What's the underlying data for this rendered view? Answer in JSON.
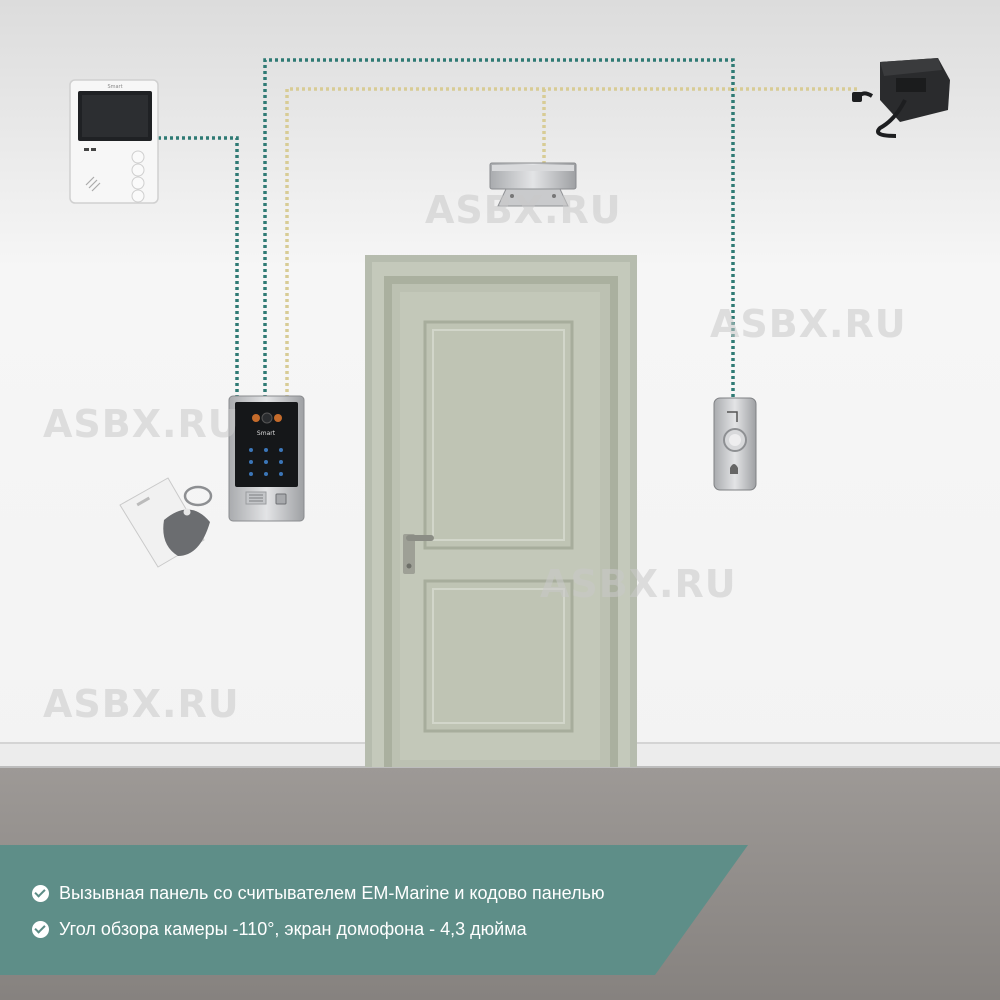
{
  "watermarks": [
    {
      "text": "ASBX.RU"
    },
    {
      "text": "ASBX.RU"
    },
    {
      "text": "ASBX.RU"
    },
    {
      "text": "ASBX.RU"
    },
    {
      "text": "ASBX.RU"
    }
  ],
  "devices": {
    "monitor": {
      "icon": "video-intercom-monitor-icon",
      "brand_logo": "Smart"
    },
    "call_panel": {
      "icon": "call-panel-icon",
      "brand_logo": "Smart"
    },
    "rfid_tags": {
      "icon": "rfid-card-and-keyfob-icon"
    },
    "magnetic_lock": {
      "icon": "electromagnetic-lock-icon"
    },
    "power_supply": {
      "icon": "power-supply-icon"
    },
    "exit_button": {
      "icon": "exit-button-icon"
    }
  },
  "wires": {
    "teal": "#2f7a74",
    "beige": "#d8cc95"
  },
  "colors": {
    "wall": "#f4f4f4",
    "floor": "#8d8986",
    "door": "#b9bfb0",
    "banner": "#5e8e88"
  },
  "banner": {
    "items": [
      {
        "text": "Вызывная панель со считывателем EM-Marine  и кодово панелью"
      },
      {
        "text": "Угол обзора камеры -110°, экран домофона - 4,3 дюйма"
      }
    ]
  }
}
